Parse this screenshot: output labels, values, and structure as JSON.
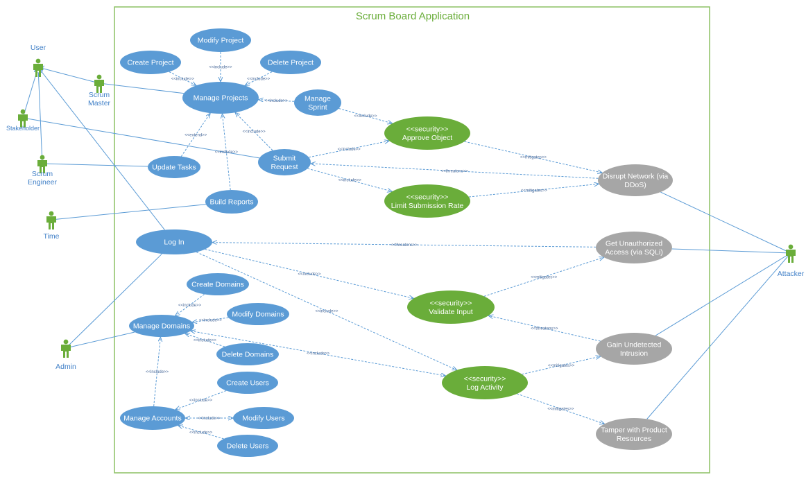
{
  "title": "Scrum Board Application",
  "colors": {
    "use_case": "#5b9bd5",
    "security": "#6aad3a",
    "threat": "#a6a6a6",
    "actor": "#6aad3a",
    "actor_label": "#3f7fc7",
    "line": "#5b9bd5",
    "boundary": "#8cc063"
  },
  "actors": {
    "user": [
      "User"
    ],
    "scrum_master": [
      "Scrum",
      "Master"
    ],
    "stakeholder": [
      "Stakeholder"
    ],
    "scrum_engineer": [
      "Scrum",
      "Engineer"
    ],
    "time": [
      "Time"
    ],
    "admin": [
      "Admin"
    ],
    "attacker": [
      "Attacker"
    ]
  },
  "use_cases": {
    "modify_project": [
      "Modify Project"
    ],
    "create_project": [
      "Create Project"
    ],
    "delete_project": [
      "Delete Project"
    ],
    "manage_projects": [
      "Manage Projects"
    ],
    "manage_sprint": [
      "Manage",
      "Sprint"
    ],
    "approve_object": [
      "<<security>>",
      "Approve Object"
    ],
    "submit_request": [
      "Submit",
      "Request"
    ],
    "update_tasks": [
      "Update Tasks"
    ],
    "limit_submission": [
      "<<security>>",
      "Limit Submission Rate"
    ],
    "disrupt_network": [
      "Disrupt Network (via",
      "DDoS)"
    ],
    "build_reports": [
      "Build Reports"
    ],
    "log_in": [
      "Log In"
    ],
    "get_unauthorized": [
      "Get Unauthorized",
      "Access (via SQLi)"
    ],
    "create_domains": [
      "Create Domains"
    ],
    "validate_input": [
      "<<security>>",
      "Validate Input"
    ],
    "modify_domains": [
      "Modify Domains"
    ],
    "manage_domains": [
      "Manage Domains"
    ],
    "gain_undetected": [
      "Gain Undetected",
      "Intrusion"
    ],
    "delete_domains": [
      "Delete Domains"
    ],
    "create_users": [
      "Create Users"
    ],
    "log_activity": [
      "<<security>>",
      "Log Activity"
    ],
    "manage_accounts": [
      "Manage Accounts"
    ],
    "modify_users": [
      "Modify Users"
    ],
    "tamper_resources": [
      "Tamper with Product",
      "Resources"
    ],
    "delete_users": [
      "Delete Users"
    ]
  },
  "relation_labels": {
    "include": "<<include>>",
    "extend": "<<extend>>",
    "threatens": "<<threatens>>",
    "mitigates": "<<mitigates>>"
  }
}
